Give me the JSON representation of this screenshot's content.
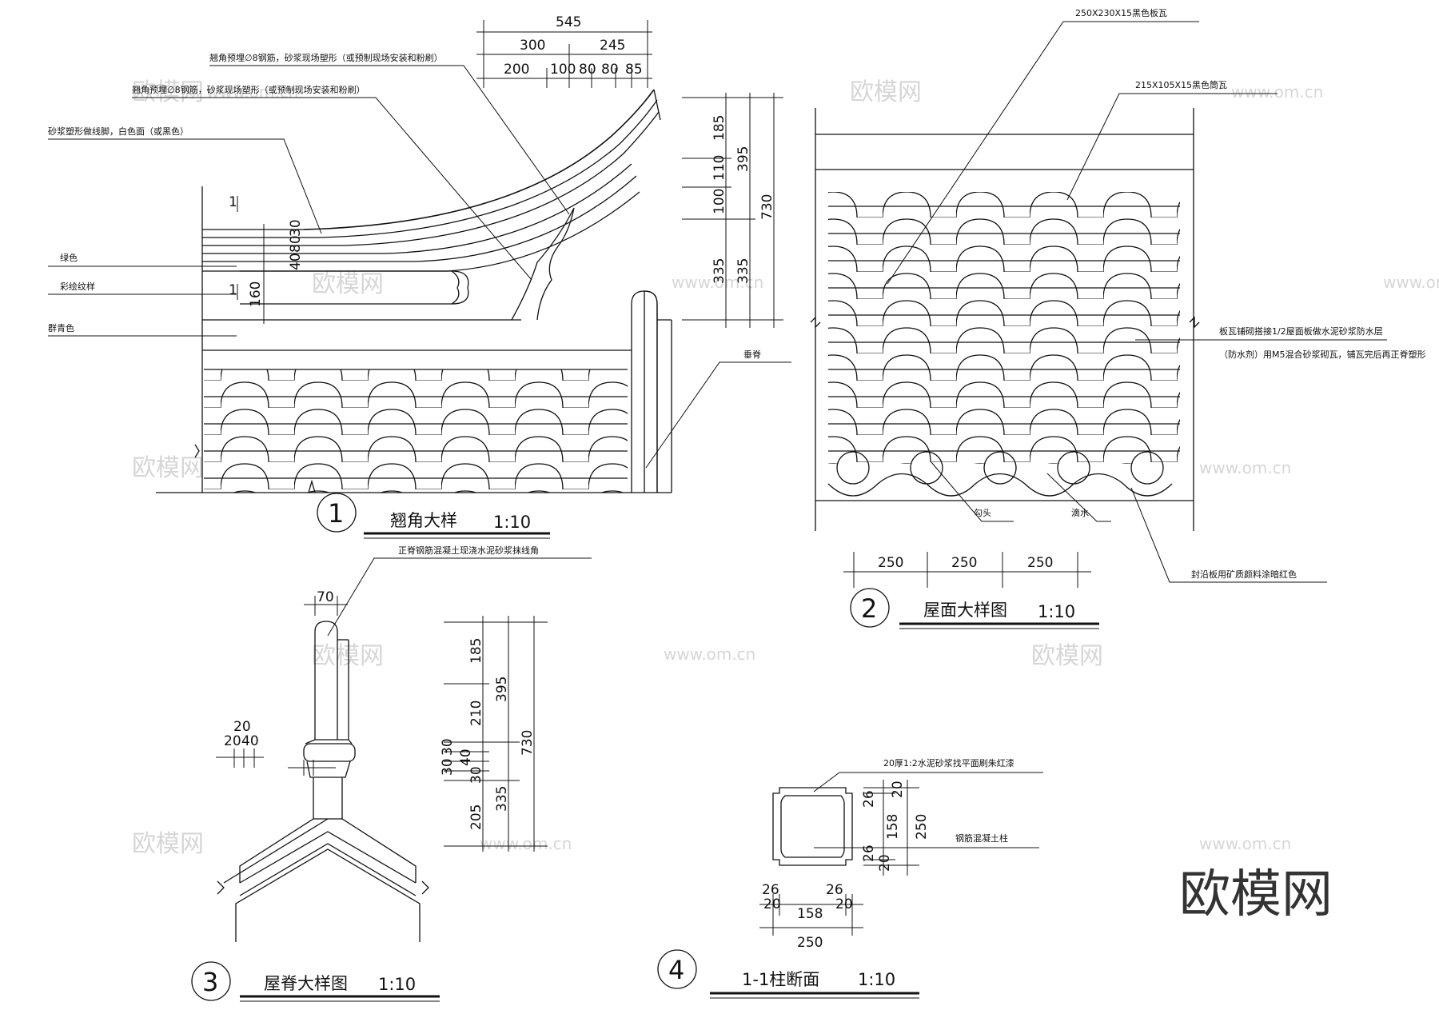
{
  "watermark": {
    "text": "欧模网",
    "url": "www.om.cn"
  },
  "logo": "欧模网",
  "detail1": {
    "number": "1",
    "title": "翘角大样",
    "scale": "1:10",
    "dims_top": [
      "545",
      "300",
      "245",
      "200",
      "100",
      "80",
      "80",
      "85"
    ],
    "dims_right": [
      "185",
      "110",
      "100",
      "335",
      "395",
      "335",
      "730"
    ],
    "dims_left": [
      "40",
      "80",
      "30",
      "160"
    ],
    "section_marks": [
      "1",
      "1"
    ],
    "notes": {
      "n1": "翘角预埋∅8钢筋，砂浆现场塑形（或预制现场安装和粉刷）",
      "n2": "翘角预埋∅8钢筋，砂浆现场塑形（或预制现场安装和粉刷）",
      "n3": "砂浆塑形做线脚，白色面（或黑色）",
      "n4": "绿色",
      "n5": "彩绘纹样",
      "n6": "群青色",
      "n7": "垂脊"
    }
  },
  "detail2": {
    "number": "2",
    "title": "屋面大样图",
    "scale": "1:10",
    "dims_bottom": [
      "250",
      "250",
      "250"
    ],
    "notes": {
      "n1": "250X230X15黑色板瓦",
      "n2": "215X105X15黑色筒瓦",
      "n3": "板瓦铺砌搭接1/2屋面板做水泥砂浆防水层",
      "n4": "（防水剂）用M5混合砂浆砌瓦，铺瓦完后再正脊塑形",
      "n5": "勾头",
      "n6": "滴水",
      "n7": "封沿板用矿质颜料涂暗红色"
    }
  },
  "detail3": {
    "number": "3",
    "title": "屋脊大样图",
    "scale": "1:10",
    "dims_top": [
      "70"
    ],
    "dims_right": [
      "185",
      "210",
      "30",
      "30",
      "40",
      "30",
      "205",
      "395",
      "335",
      "730"
    ],
    "dims_left": [
      "20",
      "20",
      "40"
    ],
    "notes": {
      "n1": "正脊钢筋混凝土现浇水泥砂浆抹线角"
    }
  },
  "detail4": {
    "number": "4",
    "title": "1-1柱断面",
    "scale": "1:10",
    "dims_bottom": [
      "26",
      "26",
      "20",
      "20",
      "158",
      "250"
    ],
    "dims_right": [
      "26",
      "20",
      "158",
      "26",
      "20",
      "250"
    ],
    "notes": {
      "n1": "20厚1:2水泥砂浆找平面刷朱红漆",
      "n2": "钢筋混凝土柱"
    }
  }
}
